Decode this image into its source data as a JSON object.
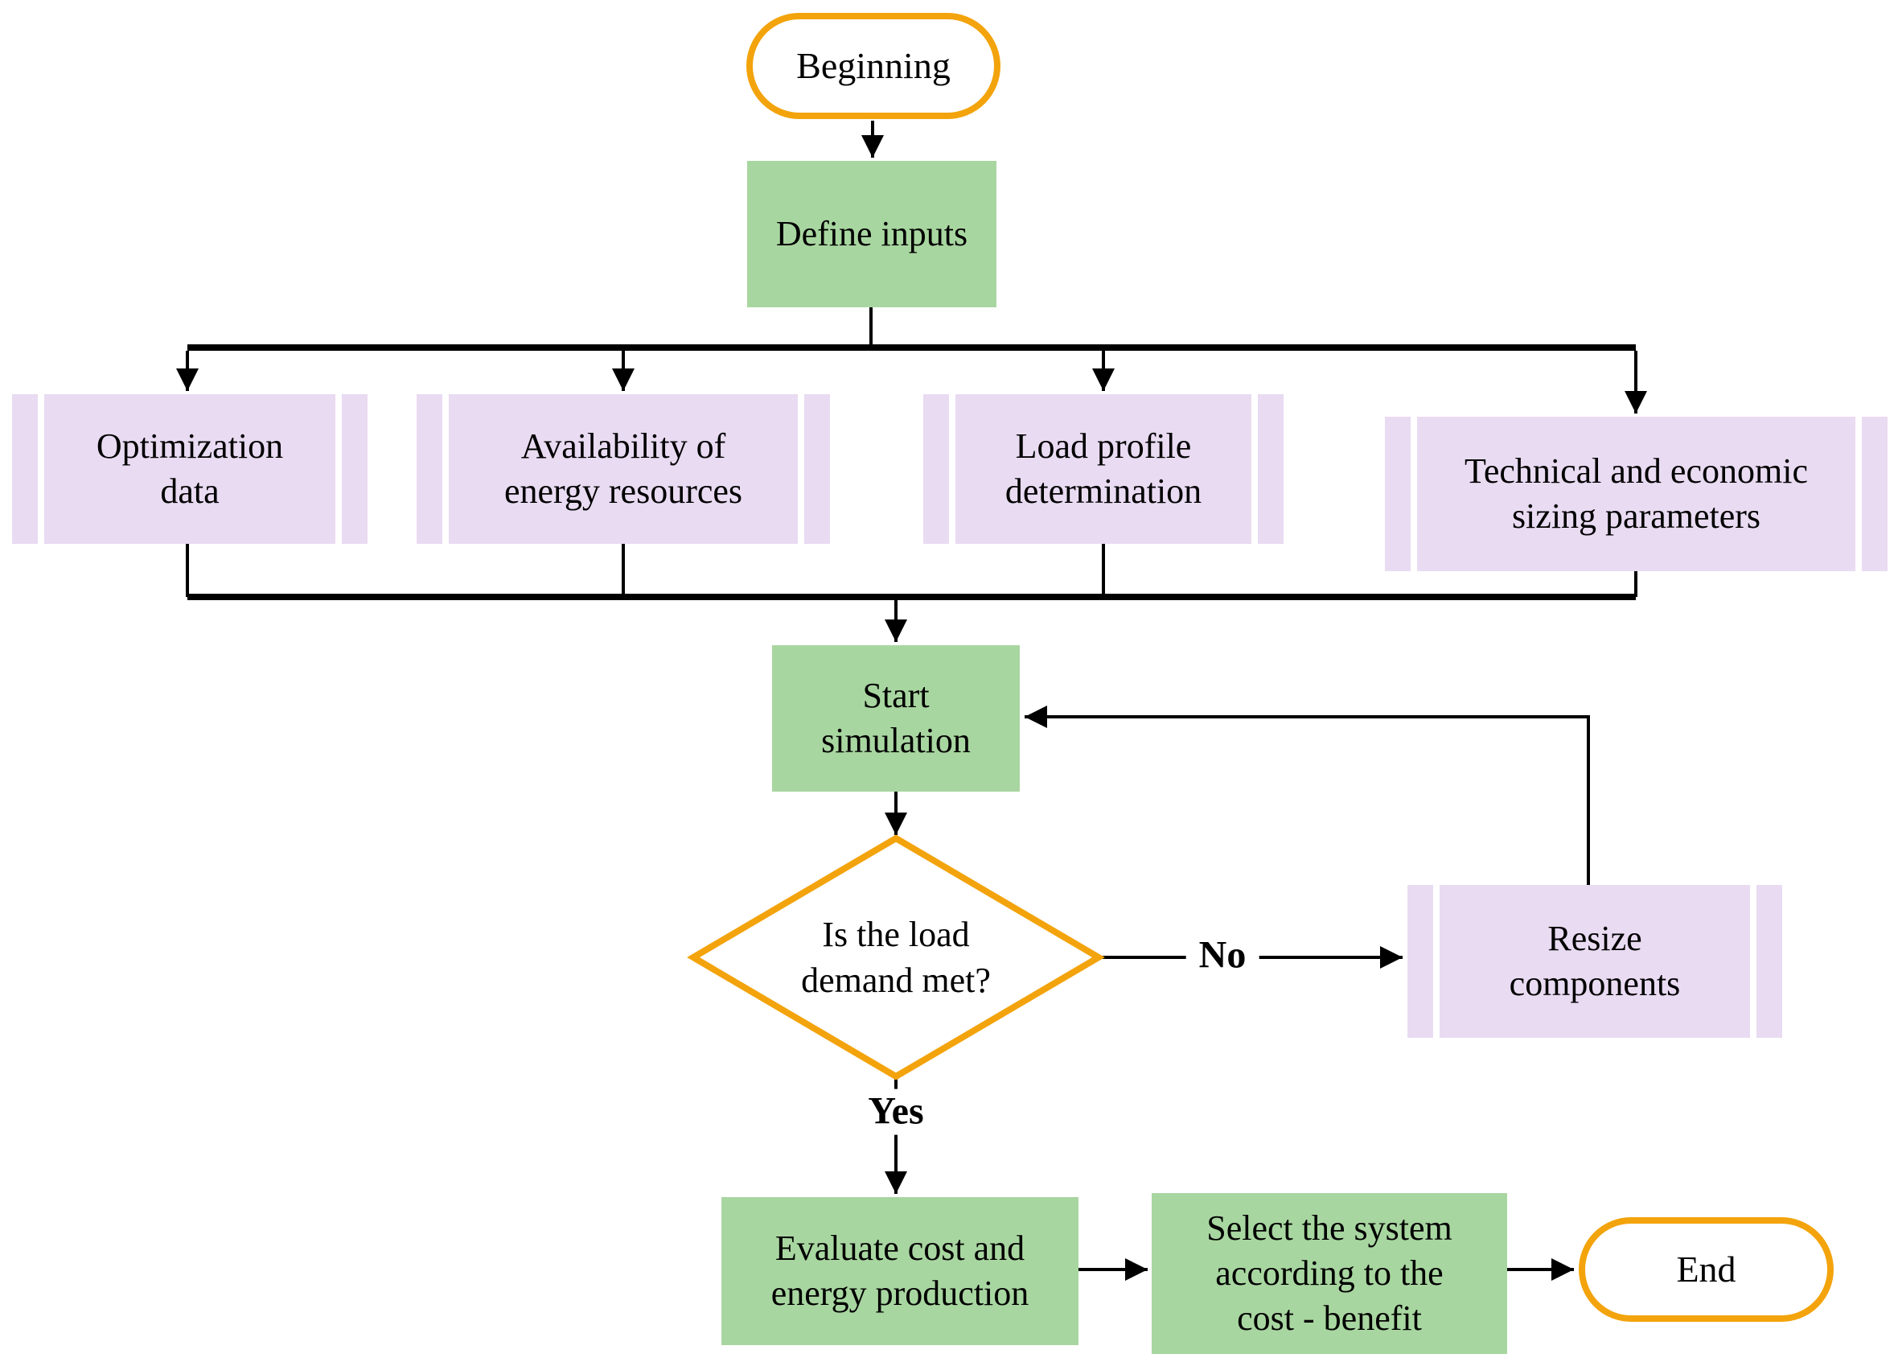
{
  "colors": {
    "process_fill": "#a8d6a0",
    "data_fill": "#e9dbf2",
    "terminal_border": "#f3a30b",
    "line": "#000000",
    "text": "#000000"
  },
  "nodes": {
    "beginning": {
      "type": "terminal",
      "label": "Beginning"
    },
    "define_inputs": {
      "type": "process",
      "label": "Define inputs"
    },
    "optimization_data": {
      "type": "data",
      "label": "Optimization\ndata"
    },
    "availability": {
      "type": "data",
      "label": "Availability of\nenergy resources"
    },
    "load_profile": {
      "type": "data",
      "label": "Load profile\ndetermination"
    },
    "technical": {
      "type": "data",
      "label": "Technical and economic\nsizing parameters"
    },
    "start_simulation": {
      "type": "process",
      "label": "Start\nsimulation"
    },
    "load_demand_decision": {
      "type": "decision",
      "label": "Is the load\ndemand met?"
    },
    "resize_components": {
      "type": "data",
      "label": "Resize\ncomponents"
    },
    "evaluate": {
      "type": "process",
      "label": "Evaluate cost and\nenergy production"
    },
    "select_system": {
      "type": "process",
      "label": "Select the system\naccording to the\ncost - benefit"
    },
    "end": {
      "type": "terminal",
      "label": "End"
    }
  },
  "edge_labels": {
    "no": "No",
    "yes": "Yes"
  }
}
